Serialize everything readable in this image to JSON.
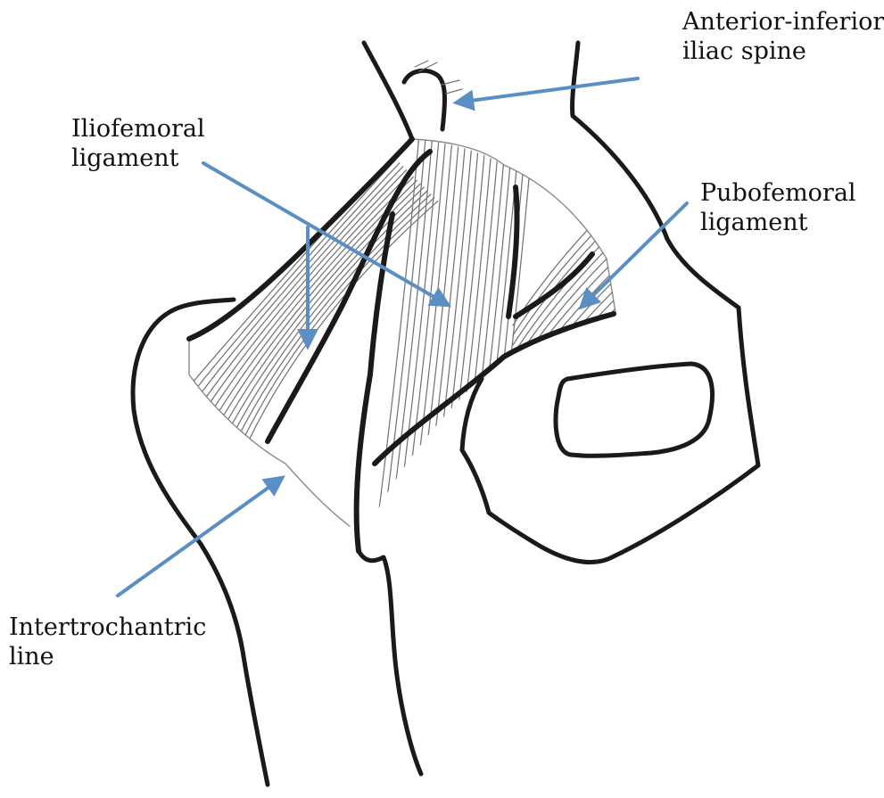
{
  "labels": {
    "aiis": {
      "line1": "Anterior-inferior",
      "line2": "iliac spine"
    },
    "iliofemoral": {
      "line1": "Iliofemoral",
      "line2": "ligament"
    },
    "pubofemoral": {
      "line1": "Pubofemoral",
      "line2": "ligament"
    },
    "intertrochanteric": {
      "line1": "Intertrochantric",
      "line2": "line"
    }
  },
  "colors": {
    "arrow": "#5b8fc4",
    "ink": "#1a1a1a",
    "hatch": "#6f6f6f",
    "background": "#ffffff"
  }
}
